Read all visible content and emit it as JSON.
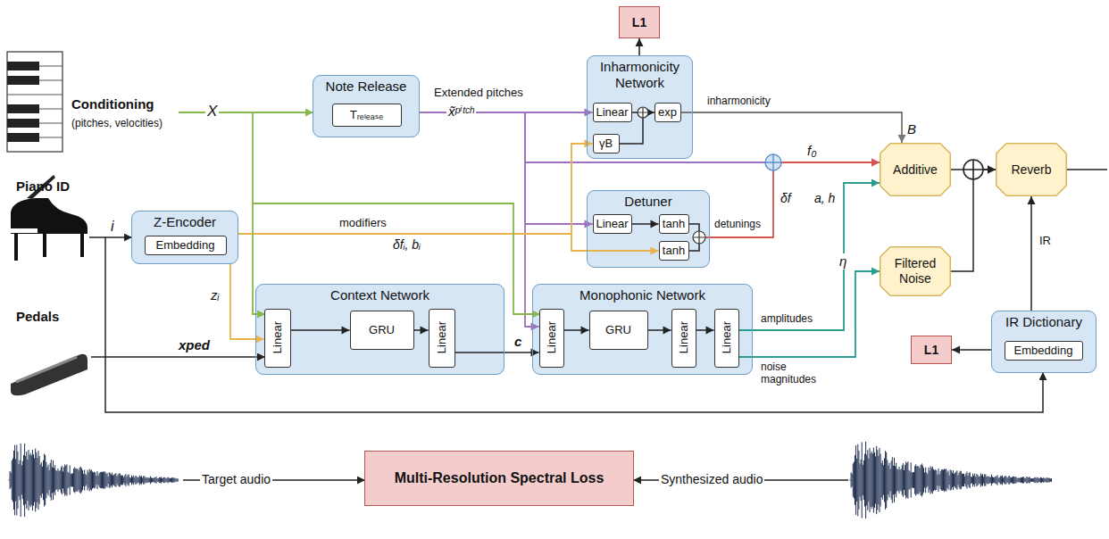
{
  "diagram": {
    "nodes": [
      {
        "text": [
          "Note Release"
        ]
      },
      {
        "text": [
          "Tᵣₑₗₑₐₛₑ"
        ],
        "in": 0
      },
      {
        "text": [
          "Inharmonicity Network"
        ]
      },
      {
        "text": [
          "Linear"
        ],
        "in": 2
      },
      {
        "text": [
          "γB"
        ],
        "in": 2
      },
      {
        "text": [
          "exp"
        ],
        "in": 2
      },
      {
        "text": [
          "L1"
        ]
      },
      {
        "text": [
          "Z-Encoder"
        ]
      },
      {
        "text": [
          "Embedding"
        ],
        "in": 7
      },
      {
        "text": [
          "Detuner"
        ]
      },
      {
        "text": [
          "Linear"
        ],
        "in": 9
      },
      {
        "text": [
          "tanh"
        ],
        "in": 9
      },
      {
        "text": [
          "tanh"
        ],
        "in": 9
      },
      {
        "text": [
          "Context Network"
        ]
      },
      {
        "text": [
          "Linear"
        ],
        "in": 13
      },
      {
        "text": [
          "GRU"
        ],
        "in": 13
      },
      {
        "text": [
          "Linear"
        ],
        "in": 13
      },
      {
        "text": [
          "Monophonic Network"
        ]
      },
      {
        "text": [
          "Linear"
        ],
        "in": 17
      },
      {
        "text": [
          "GRU"
        ],
        "in": 17
      },
      {
        "text": [
          "Linear"
        ],
        "in": 17
      },
      {
        "text": [
          "Linear"
        ],
        "in": 17
      },
      {
        "text": [
          "Additive"
        ]
      },
      {
        "text": [
          "Filtered Noise"
        ]
      },
      {
        "text": [
          "Reverb"
        ]
      },
      {
        "text": [
          "IR Dictionary"
        ]
      },
      {
        "text": [
          "Embedding"
        ],
        "in": 25
      },
      {
        "text": [
          "L1"
        ]
      },
      {
        "text": [
          "Multi-Resolution Spectral Loss"
        ]
      }
    ],
    "edges": [
      {
        "from": 2,
        "to": 6,
        "arrow": "to"
      },
      {
        "from": 0,
        "to": 3,
        "arrow": "to",
        "label": "x̃ᵖⁱᵗᶜʰ"
      },
      {
        "from": 0,
        "to": 22,
        "arrow": "to"
      },
      {
        "from": 0,
        "to": 10,
        "arrow": "to"
      },
      {
        "from": 0,
        "to": 18,
        "arrow": "to"
      },
      {
        "from": 7,
        "to": 4,
        "arrow": "to"
      },
      {
        "from": 7,
        "to": 12,
        "arrow": "to"
      },
      {
        "from": 7,
        "to": 14,
        "arrow": "to",
        "label": "zᵢ"
      },
      {
        "from": 3,
        "to": 5,
        "arrow": "to"
      },
      {
        "from": 4,
        "to": 5,
        "arrow": "to"
      },
      {
        "from": 5,
        "to": 22,
        "arrow": "to",
        "label": "inharmonicity"
      },
      {
        "from": 10,
        "to": 11,
        "arrow": "to"
      },
      {
        "from": 9,
        "to": 22,
        "arrow": "to",
        "label": "δf"
      },
      {
        "from": 14,
        "to": 15,
        "arrow": "to"
      },
      {
        "from": 15,
        "to": 16,
        "arrow": "to"
      },
      {
        "from": 16,
        "to": 18,
        "arrow": "to",
        "label": "c"
      },
      {
        "from": 18,
        "to": 19,
        "arrow": "to"
      },
      {
        "from": 19,
        "to": 20,
        "arrow": "to"
      },
      {
        "from": 20,
        "to": 21,
        "arrow": "to"
      },
      {
        "from": 21,
        "to": 22,
        "arrow": "to",
        "label": "a, h"
      },
      {
        "from": 21,
        "to": 23,
        "arrow": "to",
        "label": "η"
      },
      {
        "from": 22,
        "to": 24,
        "arrow": "to"
      },
      {
        "from": 23,
        "to": 24,
        "arrow": "to"
      },
      {
        "from": 25,
        "to": 24,
        "arrow": "to",
        "label": "IR"
      },
      {
        "from": 25,
        "to": 27,
        "arrow": "to"
      }
    ],
    "labels": [
      "Conditioning",
      "(pitches, velocities)",
      "X",
      "Piano ID",
      "i",
      "Pedals",
      "xped",
      "Extended pitches",
      "modifiers",
      "δfᵢ, bᵢ",
      "B",
      "detunings",
      "f₀",
      "amplitudes",
      "noise magnitudes",
      "Target audio",
      "Synthesized audio"
    ]
  }
}
